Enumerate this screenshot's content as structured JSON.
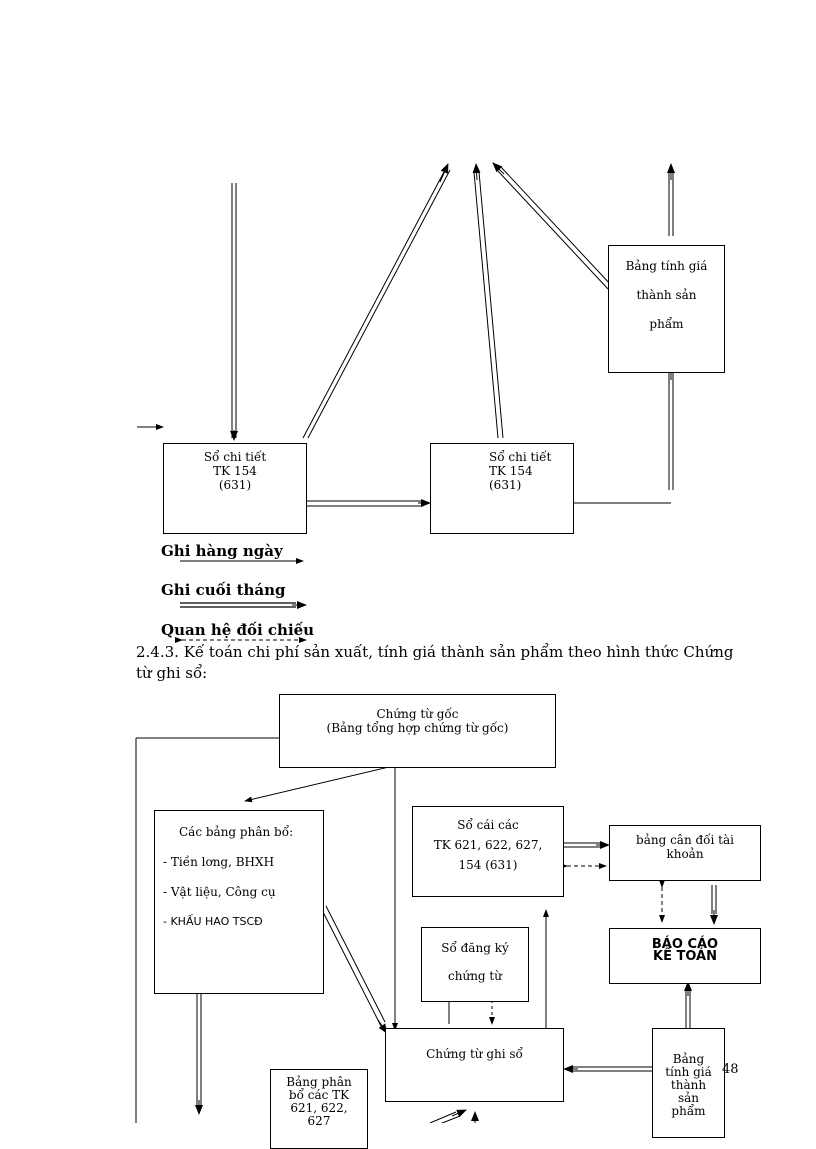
{
  "top_diagram": {
    "bang_tinh_gia": [
      "Bảng tính giá",
      "thành sản",
      "phẩm"
    ],
    "so_chi_tiet_1": [
      "Sổ chi tiết",
      "TK 154",
      "(631)"
    ],
    "so_chi_tiet_2": [
      "Sổ chi tiết",
      "TK 154",
      "(631)"
    ]
  },
  "legend": {
    "daily": "Ghi hàng ngày",
    "monthly": "Ghi cuối tháng",
    "compare": "Quan hệ đối chiếu"
  },
  "section": {
    "line1": "2.4.3. Kế toán chi phí sản xuất, tính giá thành sản phẩm theo hình thức Chứng",
    "line2": "từ ghi sổ:"
  },
  "bottom_diagram": {
    "chung_tu_goc": [
      "Chứng từ gốc",
      "(Bảng tổng hợp chứng từ gốc)"
    ],
    "phan_bo": [
      "Các bảng phân bổ:",
      "- Tiền lơng,   BHXH",
      "- Vật liệu, Công cụ",
      "- KHẤU HAO TSCĐ"
    ],
    "so_cai": [
      "Sổ cái các",
      "TK 621, 622, 627,",
      "154 (631)"
    ],
    "can_doi": [
      "bảng cân đối tài",
      "khoản"
    ],
    "bao_cao": [
      "BÁO CÁO",
      "KẾ TOÁN"
    ],
    "so_dang_ky": [
      "Sổ đăng ký",
      "chứng từ"
    ],
    "ghi_so": "Chứng từ ghi sổ",
    "bang_tinh_gia": [
      "Bảng",
      "tính giá",
      "thành",
      "sản",
      "phẩm"
    ],
    "bang_phan_bo_tk": [
      "Bảng phân",
      "bổ các TK",
      "621, 622,",
      "627"
    ]
  },
  "page_number": "48"
}
